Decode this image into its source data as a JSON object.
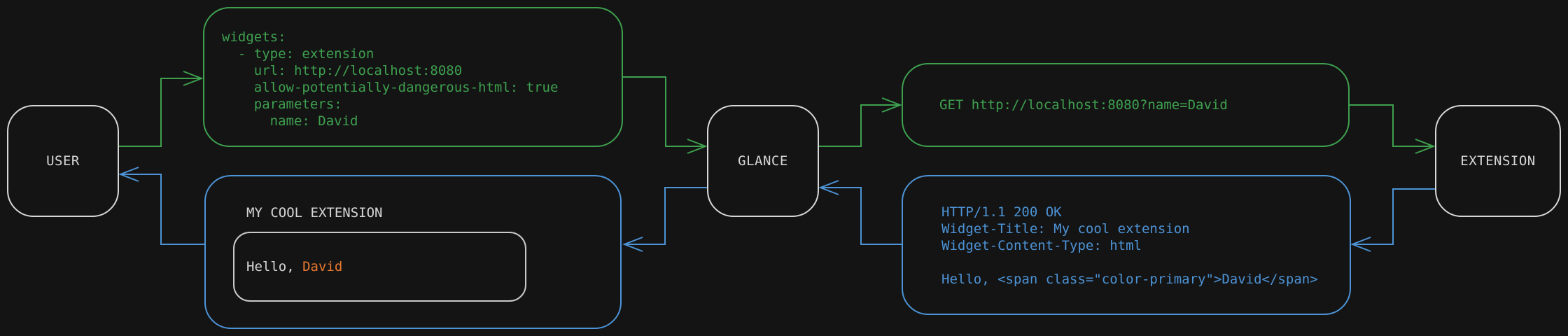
{
  "colors": {
    "bg": "#141414",
    "fg": "#d7d7d7",
    "green": "#3ea04f",
    "blue": "#4d93d6",
    "orange": "#e8792f",
    "inner-border": "#c9c9c9"
  },
  "nodes": {
    "user": "USER",
    "glance": "GLANCE",
    "extension": "EXTENSION"
  },
  "config_box": {
    "lines": [
      "widgets:",
      "  - type: extension",
      "    url: http://localhost:8080",
      "    allow-potentially-dangerous-html: true",
      "    parameters:",
      "      name: David"
    ]
  },
  "request_box": {
    "text": "GET http://localhost:8080?name=David"
  },
  "response_box": {
    "lines": [
      "HTTP/1.1 200 OK",
      "Widget-Title: My cool extension",
      "Widget-Content-Type: html",
      "",
      "Hello, <span class=\"color-primary\">David</span>"
    ]
  },
  "widget_box": {
    "title": "MY COOL EXTENSION",
    "greeting_prefix": "Hello, ",
    "greeting_name": "David"
  }
}
